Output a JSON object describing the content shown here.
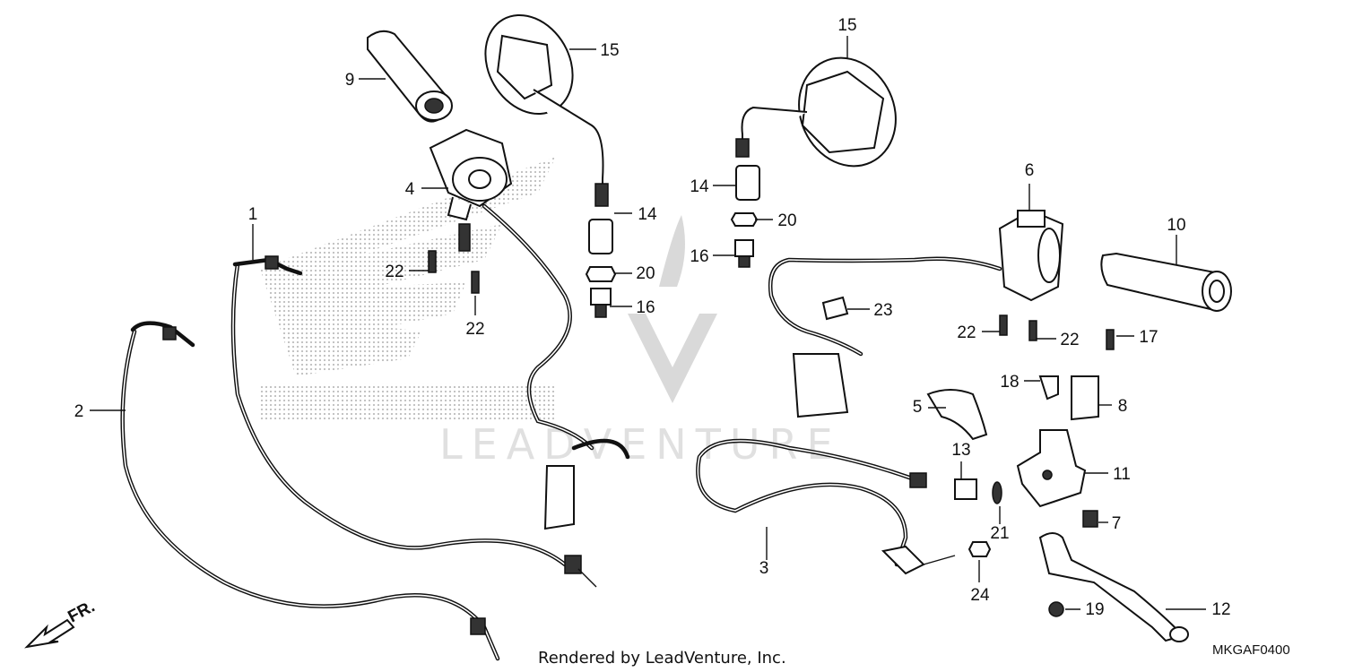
{
  "diagram": {
    "labels": [
      "1",
      "2",
      "3",
      "4",
      "5",
      "6",
      "7",
      "8",
      "9",
      "10",
      "11",
      "12",
      "13",
      "14",
      "14",
      "15",
      "15",
      "16",
      "16",
      "17",
      "18",
      "19",
      "20",
      "20",
      "21",
      "22",
      "22",
      "22",
      "22",
      "23",
      "24"
    ],
    "direction": "FR.",
    "credit": "Rendered by LeadVenture, Inc.",
    "diagram_code": "MKGAF0400",
    "watermark": "LEADVENTURE"
  }
}
